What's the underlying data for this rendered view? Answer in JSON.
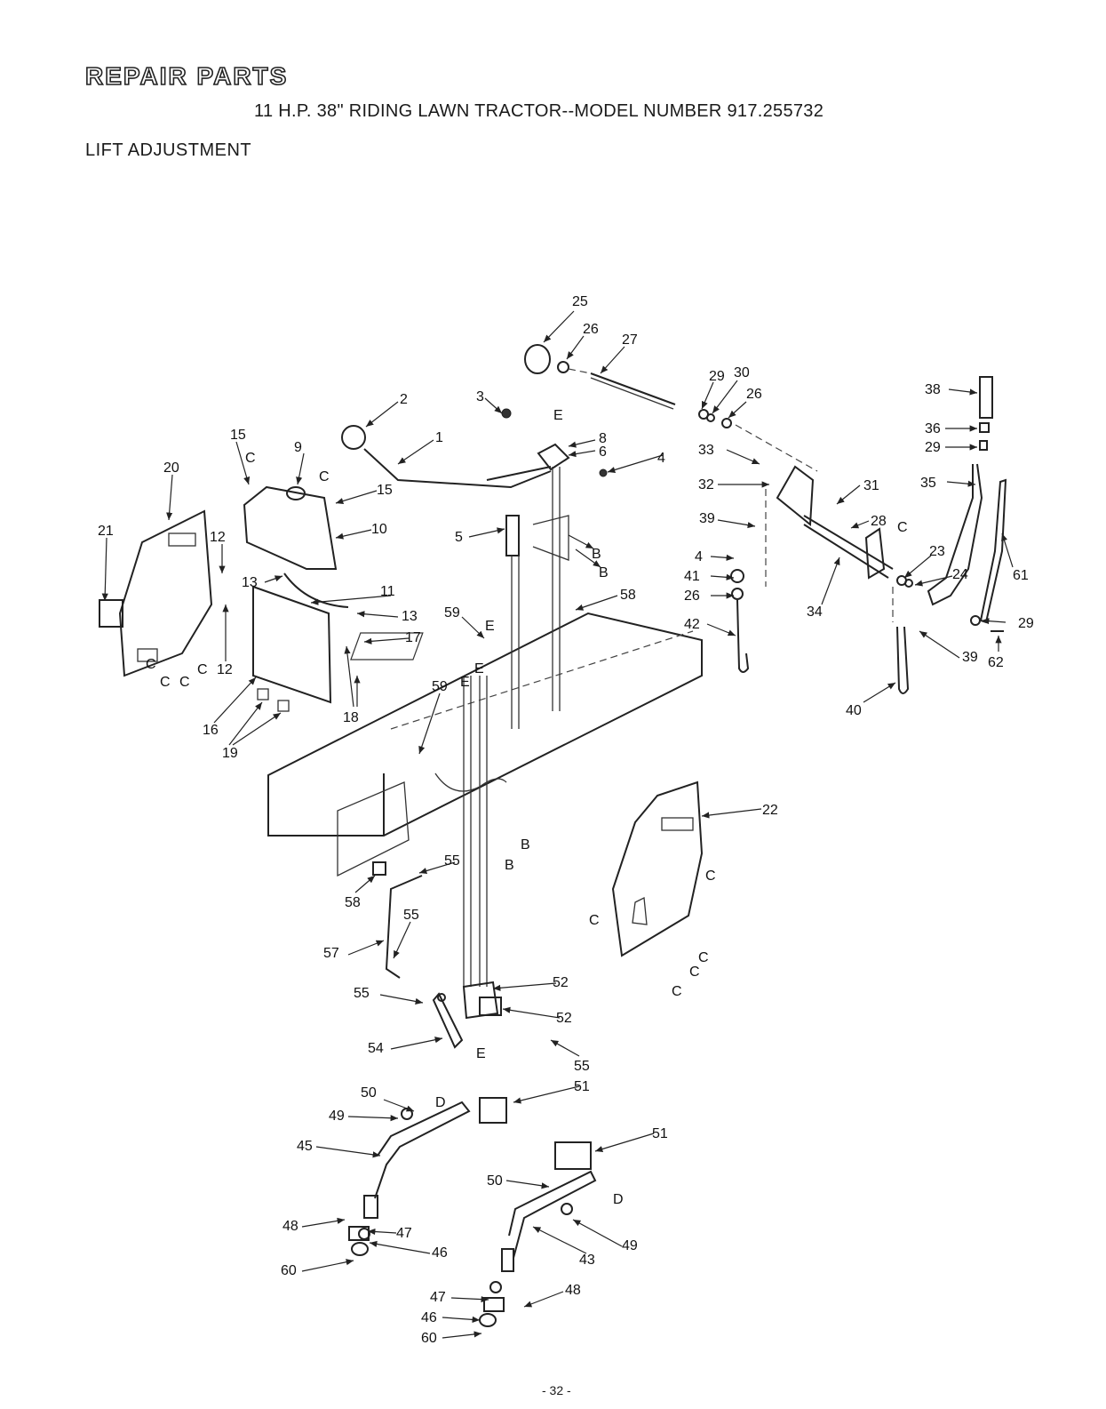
{
  "header": {
    "title": "REPAIR PARTS",
    "subtitle": "11 H.P. 38\" RIDING LAWN TRACTOR--MODEL NUMBER 917.255732",
    "section": "LIFT ADJUSTMENT"
  },
  "callouts": [
    {
      "id": "c25",
      "text": "25"
    },
    {
      "id": "c26a",
      "text": "26"
    },
    {
      "id": "c27",
      "text": "27"
    },
    {
      "id": "c29a",
      "text": "29"
    },
    {
      "id": "c30",
      "text": "30"
    },
    {
      "id": "c26b",
      "text": "26"
    },
    {
      "id": "c38",
      "text": "38"
    },
    {
      "id": "c36",
      "text": "36"
    },
    {
      "id": "c29b",
      "text": "29"
    },
    {
      "id": "c35",
      "text": "35"
    },
    {
      "id": "c2",
      "text": "2"
    },
    {
      "id": "c3",
      "text": "3"
    },
    {
      "id": "cE1",
      "text": "E"
    },
    {
      "id": "c8",
      "text": "8"
    },
    {
      "id": "c6",
      "text": "6"
    },
    {
      "id": "c4a",
      "text": "4"
    },
    {
      "id": "c1",
      "text": "1"
    },
    {
      "id": "c15a",
      "text": "15"
    },
    {
      "id": "cC1",
      "text": "C"
    },
    {
      "id": "c9",
      "text": "9"
    },
    {
      "id": "cC2",
      "text": "C"
    },
    {
      "id": "c15b",
      "text": "15"
    },
    {
      "id": "c10",
      "text": "10"
    },
    {
      "id": "c20",
      "text": "20"
    },
    {
      "id": "c21",
      "text": "21"
    },
    {
      "id": "c12a",
      "text": "12"
    },
    {
      "id": "c13a",
      "text": "13"
    },
    {
      "id": "c11",
      "text": "11"
    },
    {
      "id": "c13b",
      "text": "13"
    },
    {
      "id": "c17",
      "text": "17"
    },
    {
      "id": "c12b",
      "text": "12"
    },
    {
      "id": "cC3",
      "text": "C"
    },
    {
      "id": "cC4",
      "text": "C"
    },
    {
      "id": "cC5",
      "text": "C"
    },
    {
      "id": "cC6",
      "text": "C"
    },
    {
      "id": "c16",
      "text": "16"
    },
    {
      "id": "c19",
      "text": "19"
    },
    {
      "id": "c18",
      "text": "18"
    },
    {
      "id": "c5",
      "text": "5"
    },
    {
      "id": "cB1",
      "text": "B"
    },
    {
      "id": "cB2",
      "text": "B"
    },
    {
      "id": "c58a",
      "text": "58"
    },
    {
      "id": "c59a",
      "text": "59"
    },
    {
      "id": "cE2",
      "text": "E"
    },
    {
      "id": "c59b",
      "text": "59"
    },
    {
      "id": "cE3",
      "text": "E"
    },
    {
      "id": "cE4",
      "text": "E"
    },
    {
      "id": "c33",
      "text": "33"
    },
    {
      "id": "c32",
      "text": "32"
    },
    {
      "id": "c31",
      "text": "31"
    },
    {
      "id": "c28",
      "text": "28"
    },
    {
      "id": "cC7",
      "text": "C"
    },
    {
      "id": "c39a",
      "text": "39"
    },
    {
      "id": "c4b",
      "text": "4"
    },
    {
      "id": "c41",
      "text": "41"
    },
    {
      "id": "c26c",
      "text": "26"
    },
    {
      "id": "c42",
      "text": "42"
    },
    {
      "id": "c34",
      "text": "34"
    },
    {
      "id": "c23",
      "text": "23"
    },
    {
      "id": "c24",
      "text": "24"
    },
    {
      "id": "c61",
      "text": "61"
    },
    {
      "id": "c29c",
      "text": "29"
    },
    {
      "id": "c39b",
      "text": "39"
    },
    {
      "id": "c62",
      "text": "62"
    },
    {
      "id": "c40",
      "text": "40"
    },
    {
      "id": "c22",
      "text": "22"
    },
    {
      "id": "cB3",
      "text": "B"
    },
    {
      "id": "cB4",
      "text": "B"
    },
    {
      "id": "cC8",
      "text": "C"
    },
    {
      "id": "cC9",
      "text": "C"
    },
    {
      "id": "cC10",
      "text": "C"
    },
    {
      "id": "cC11",
      "text": "C"
    },
    {
      "id": "cC12",
      "text": "C"
    },
    {
      "id": "c55a",
      "text": "55"
    },
    {
      "id": "c58b",
      "text": "58"
    },
    {
      "id": "c55b",
      "text": "55"
    },
    {
      "id": "c57",
      "text": "57"
    },
    {
      "id": "c55c",
      "text": "55"
    },
    {
      "id": "c52a",
      "text": "52"
    },
    {
      "id": "c52b",
      "text": "52"
    },
    {
      "id": "c54",
      "text": "54"
    },
    {
      "id": "cE5",
      "text": "E"
    },
    {
      "id": "c55d",
      "text": "55"
    },
    {
      "id": "c50a",
      "text": "50"
    },
    {
      "id": "cD1",
      "text": "D"
    },
    {
      "id": "c51a",
      "text": "51"
    },
    {
      "id": "c49a",
      "text": "49"
    },
    {
      "id": "c45",
      "text": "45"
    },
    {
      "id": "c51b",
      "text": "51"
    },
    {
      "id": "c50b",
      "text": "50"
    },
    {
      "id": "cD2",
      "text": "D"
    },
    {
      "id": "c48a",
      "text": "48"
    },
    {
      "id": "c47a",
      "text": "47"
    },
    {
      "id": "c49b",
      "text": "49"
    },
    {
      "id": "c46a",
      "text": "46"
    },
    {
      "id": "c43",
      "text": "43"
    },
    {
      "id": "c60a",
      "text": "60"
    },
    {
      "id": "c47b",
      "text": "47"
    },
    {
      "id": "c48b",
      "text": "48"
    },
    {
      "id": "c46b",
      "text": "46"
    },
    {
      "id": "c60b",
      "text": "60"
    }
  ],
  "footer": {
    "page": "- 32 -"
  }
}
